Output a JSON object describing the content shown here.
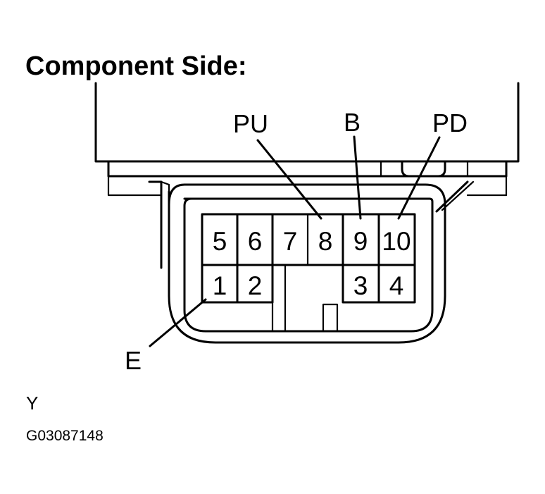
{
  "title": "Component Side:",
  "labels": {
    "pu": "PU",
    "b": "B",
    "pd": "PD",
    "e": "E"
  },
  "pins": {
    "top_row": [
      "5",
      "6",
      "7",
      "8",
      "9",
      "10"
    ],
    "bottom_row": [
      "1",
      "2",
      "3",
      "4"
    ]
  },
  "footer": {
    "letter": "Y",
    "code": "G03087148"
  }
}
